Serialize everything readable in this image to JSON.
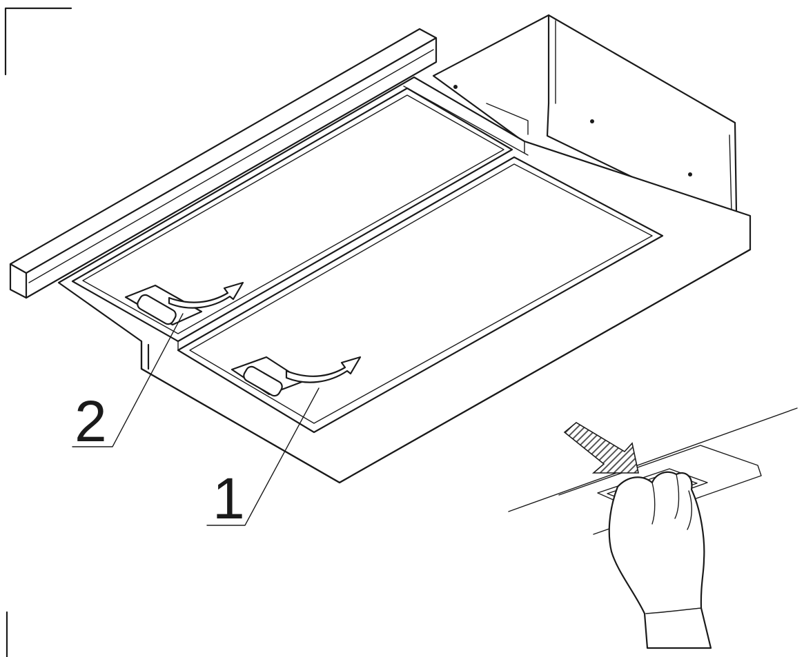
{
  "callouts": [
    {
      "id": "1",
      "label": "1"
    },
    {
      "id": "2",
      "label": "2"
    }
  ],
  "colors": {
    "line": "#1a1a1a",
    "background": "#ffffff",
    "hatch": "#555555"
  },
  "icons": [
    "crop-mark-icon",
    "rotate-arrow-icon",
    "push-arrow-icon",
    "hand-icon"
  ]
}
